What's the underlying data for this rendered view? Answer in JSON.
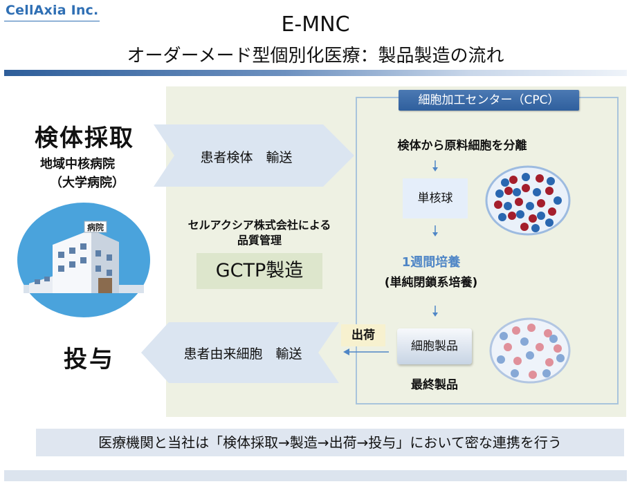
{
  "header": {
    "logo": "CellAxia Inc.",
    "title_line1": "E-MNC",
    "title_line2": "オーダーメード型個別化医療：製品製造の流れ"
  },
  "left": {
    "collection_title": "検体採取",
    "hospital_name": "地域中核病院",
    "hospital_subname": "（大学病院）",
    "building_sign": "病院",
    "administration_title": "投与"
  },
  "arrows": {
    "specimen_transport": "患者検体　輸送",
    "cell_transport": "患者由来細胞　輸送"
  },
  "center": {
    "quality_line1": "セルアクシア株式会社による",
    "quality_line2": "品質管理",
    "gctp": "GCTP製造"
  },
  "cpc": {
    "label": "細胞加工センター（CPC）",
    "step_separation": "検体から原料細胞を分離",
    "mononuclear": "単核球",
    "culture_line1": "1週間培養",
    "culture_line2": "(単純閉鎖系培養)",
    "product_box": "細胞製品",
    "final_product": "最終製品",
    "shipment": "出荷"
  },
  "footer": {
    "banner": "医療機関と当社は「検体採取→製造→出荷→投与」において密な連携を行う"
  },
  "colors": {
    "accent_blue": "#2f6fb4",
    "panel_green": "#eef1e3",
    "arrow_blue": "#dbe5f1",
    "cell_red": "#a41e2c",
    "cell_blue": "#2a67b0",
    "cell_pink": "#e0909a",
    "cell_lightblue": "#86a8d6"
  },
  "icons": {
    "hospital": "hospital-building-icon",
    "dish_before": "cell-dish-mixed-icon",
    "dish_after": "cell-dish-product-icon"
  }
}
